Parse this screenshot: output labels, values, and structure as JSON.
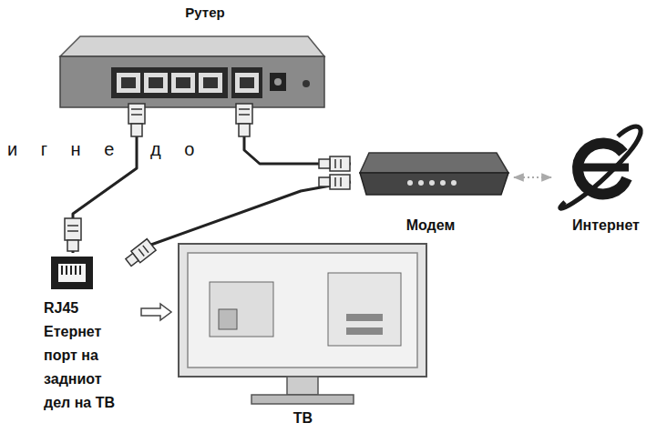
{
  "diagram": {
    "nodes": [
      {
        "text": [
          "Рутер"
        ]
      },
      {
        "text": [
          "Модем"
        ]
      },
      {
        "text": [
          "Интернет"
        ]
      },
      {
        "text": [
          "ТВ"
        ]
      },
      {
        "text": [
          "RJ45 Етернет порт на задниот дел на ТВ"
        ]
      }
    ],
    "edges": [
      {
        "from": 0,
        "to": 1,
        "arrow": "none"
      },
      {
        "from": 0,
        "to": 4,
        "arrow": "none"
      },
      {
        "from": 1,
        "to": 4,
        "arrow": "none"
      },
      {
        "from": 1,
        "to": 2,
        "arrow": "both"
      },
      {
        "from": 4,
        "to": 3,
        "arrow": "to"
      }
    ],
    "labels": [
      "и г н е",
      "д о"
    ]
  }
}
